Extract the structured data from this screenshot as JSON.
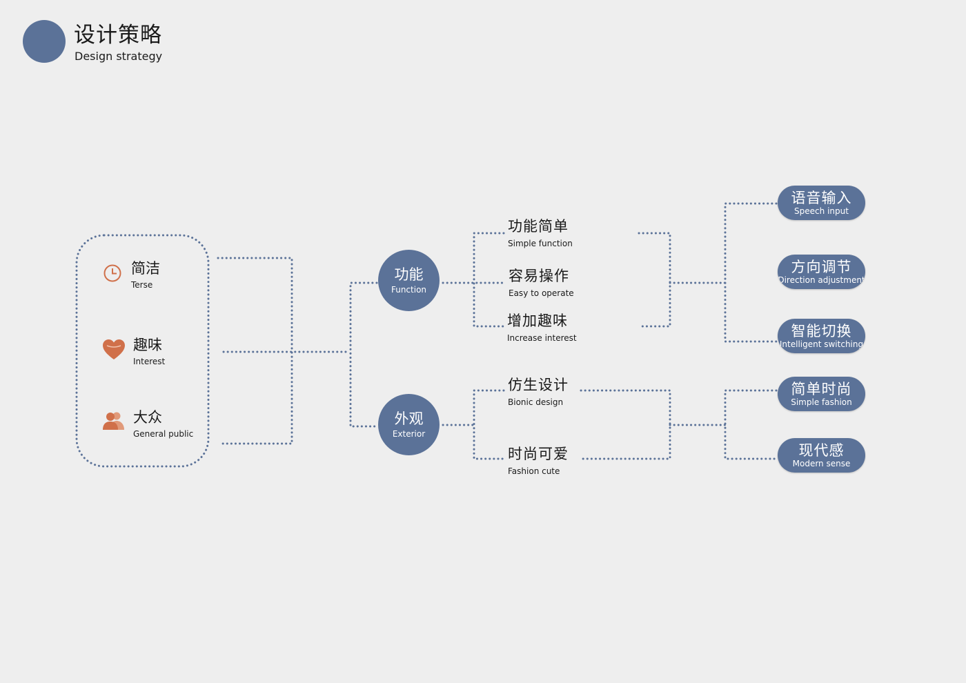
{
  "colors": {
    "node": "#5b7298",
    "accent_icon": "#d0704a",
    "dots": "#5b7298",
    "background": "#eeeeee"
  },
  "header": {
    "title_zh": "设计策略",
    "title_en": "Design strategy"
  },
  "attributes": [
    {
      "zh": "简洁",
      "en": "Terse",
      "icon": "clock-icon"
    },
    {
      "zh": "趣味",
      "en": "Interest",
      "icon": "heart-icon"
    },
    {
      "zh": "大众",
      "en": "General public",
      "icon": "people-icon"
    }
  ],
  "categories": [
    {
      "zh": "功能",
      "en": "Function"
    },
    {
      "zh": "外观",
      "en": "Exterior"
    }
  ],
  "function_items": [
    {
      "zh": "功能简单",
      "en": "Simple function"
    },
    {
      "zh": "容易操作",
      "en": "Easy to operate"
    },
    {
      "zh": "增加趣味",
      "en": "Increase interest"
    }
  ],
  "exterior_items": [
    {
      "zh": "仿生设计",
      "en": "Bionic design"
    },
    {
      "zh": "时尚可爱",
      "en": "Fashion cute"
    }
  ],
  "function_features": [
    {
      "zh": "语音输入",
      "en": "Speech input"
    },
    {
      "zh": "方向调节",
      "en": "Direction adjustment"
    },
    {
      "zh": "智能切换",
      "en": "Intelligent switching"
    }
  ],
  "exterior_features": [
    {
      "zh": "简单时尚",
      "en": "Simple fashion"
    },
    {
      "zh": "现代感",
      "en": "Modern sense"
    }
  ]
}
